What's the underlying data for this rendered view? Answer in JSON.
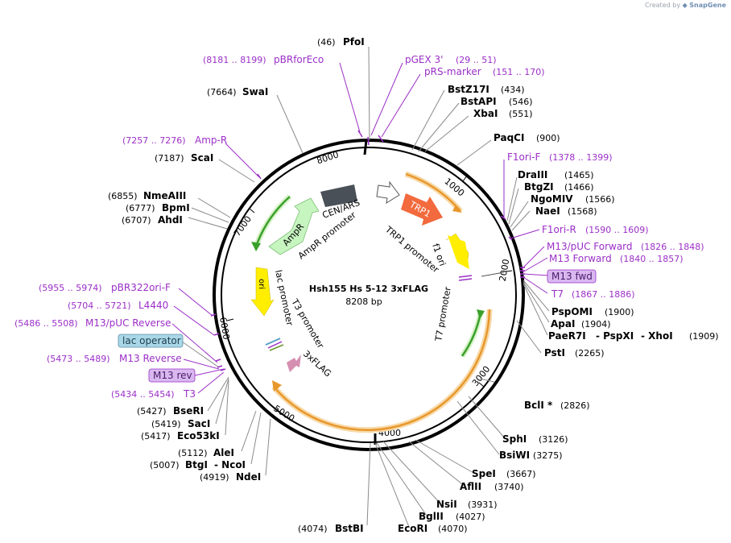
{
  "credit": {
    "created_by": "Created by",
    "logo_icon": "snapgene-logo-icon",
    "brand": "SnapGene"
  },
  "plasmid": {
    "name": "Hsh155 Hs 5-12 3xFLAG",
    "length": "8208 bp"
  },
  "colors": {
    "backbone": "#000000",
    "enzyme_text": "#000000",
    "primer": "#9b2fc7",
    "primer_box_bg": "#d9b8f0",
    "orange_arrow": "#f26a3d",
    "yellow_arrow": "#ffee00",
    "light_green_arrow": "#c7f5c0",
    "dark_gray_block": "#4a5058",
    "lac_box_bg": "#a9d7e8",
    "pink_arrow": "#d58fb0",
    "orange_orf": "#e8972b",
    "green_orf": "#3aa02a"
  },
  "ticks": [
    "1000",
    "2000",
    "3000",
    "4000",
    "5000",
    "6000",
    "7000",
    "8000"
  ],
  "features": {
    "cen_ars": "CEN/ARS",
    "trp1": "TRP1",
    "trp1_promoter": "TRP1 promoter",
    "f1_ori": "f1 ori",
    "ampr": "AmpR",
    "ampr_promoter": "AmpR promoter",
    "ori": "ori",
    "lac_promoter": "lac promoter",
    "t3_promoter": "T3 promoter",
    "t7_promoter": "T7 promoter",
    "flag": "3xFLAG"
  },
  "labels": {
    "pfoi_pos": "(46)",
    "pfoi": "PfoI",
    "pbrforeco_range": "(8181 .. 8199)",
    "pbrforeco": "pBRforEco",
    "pgex3_name": "pGEX 3'",
    "pgex3_range": "(29 .. 51)",
    "prs_name": "pRS-marker",
    "prs_range": "(151 .. 170)",
    "swai_pos": "(7664)",
    "swai": "SwaI",
    "bstz17i": "BstZ17I",
    "bstz17i_pos": "(434)",
    "bstapi": "BstAPI",
    "bstapi_pos": "(546)",
    "xbai": "XbaI",
    "xbai_pos": "(551)",
    "paqci": "PaqCI",
    "paqci_pos": "(900)",
    "ampr_primer_range": "(7257 .. 7276)",
    "ampr_primer": "Amp-R",
    "scai_pos": "(7187)",
    "scai": "ScaI",
    "f1orif": "F1ori-F",
    "f1orif_range": "(1378 .. 1399)",
    "draiii": "DraIII",
    "draiii_pos": "(1465)",
    "btgzi": "BtgZI",
    "btgzi_pos": "(1466)",
    "ngomiv": "NgoMIV",
    "ngomiv_pos": "(1566)",
    "naei": "NaeI",
    "naei_pos": "(1568)",
    "nmeaiii_pos": "(6855)",
    "nmeaiii": "NmeAIII",
    "bpmi_pos": "(6777)",
    "bpmi": "BpmI",
    "ahdi_pos": "(6707)",
    "ahdi": "AhdI",
    "f1orir": "F1ori-R",
    "f1orir_range": "(1590 .. 1609)",
    "m13puc_fwd": "M13/pUC Forward",
    "m13puc_fwd_range": "(1826 .. 1848)",
    "m13_forward": "M13 Forward",
    "m13_forward_range": "(1840 .. 1857)",
    "m13_fwd_box": "M13 fwd",
    "t7": "T7",
    "t7_range": "(1867 .. 1886)",
    "pspomi": "PspOMI",
    "pspomi_pos": "(1900)",
    "apai": "ApaI",
    "apai_pos": "(1904)",
    "paer7i": "PaeR7I",
    "pspxi": "- PspXI",
    "xhoi": "- XhoI",
    "xho_pos": "(1909)",
    "psti": "PstI",
    "psti_pos": "(2265)",
    "pbr322_range": "(5955 .. 5974)",
    "pbr322": "pBR322ori-F",
    "l4440_range": "(5704 .. 5721)",
    "l4440": "L4440",
    "m13puc_rev_range": "(5486 .. 5508)",
    "m13puc_rev": "M13/pUC Reverse",
    "lac_operator": "lac operator",
    "m13_reverse_range": "(5473 .. 5489)",
    "m13_reverse": "M13 Reverse",
    "m13_rev_box": "M13 rev",
    "t3_range": "(5434 .. 5454)",
    "t3": "T3",
    "bseri_pos": "(5427)",
    "bseri": "BseRI",
    "saci_pos": "(5419)",
    "saci": "SacI",
    "eco53ki_pos": "(5417)",
    "eco53ki": "Eco53kI",
    "alei_pos": "(5112)",
    "alei": "AleI",
    "btgi_pos": "(5007)",
    "btgi": "BtgI",
    "ncoi": "- NcoI",
    "ndei_pos": "(4919)",
    "ndei": "NdeI",
    "bcli": "BclI *",
    "bcli_pos": "(2826)",
    "sphi": "SphI",
    "sphi_pos": "(3126)",
    "bsiwi": "BsiWI",
    "bsiwi_pos": "(3275)",
    "spei": "SpeI",
    "spei_pos": "(3667)",
    "aflii": "AflII",
    "aflii_pos": "(3740)",
    "nsii": "NsiI",
    "nsii_pos": "(3931)",
    "bglii": "BglII",
    "bglii_pos": "(4027)",
    "ecori": "EcoRI",
    "ecori_pos": "(4070)",
    "bstbi_pos": "(4074)",
    "bstbi": "BstBI"
  }
}
